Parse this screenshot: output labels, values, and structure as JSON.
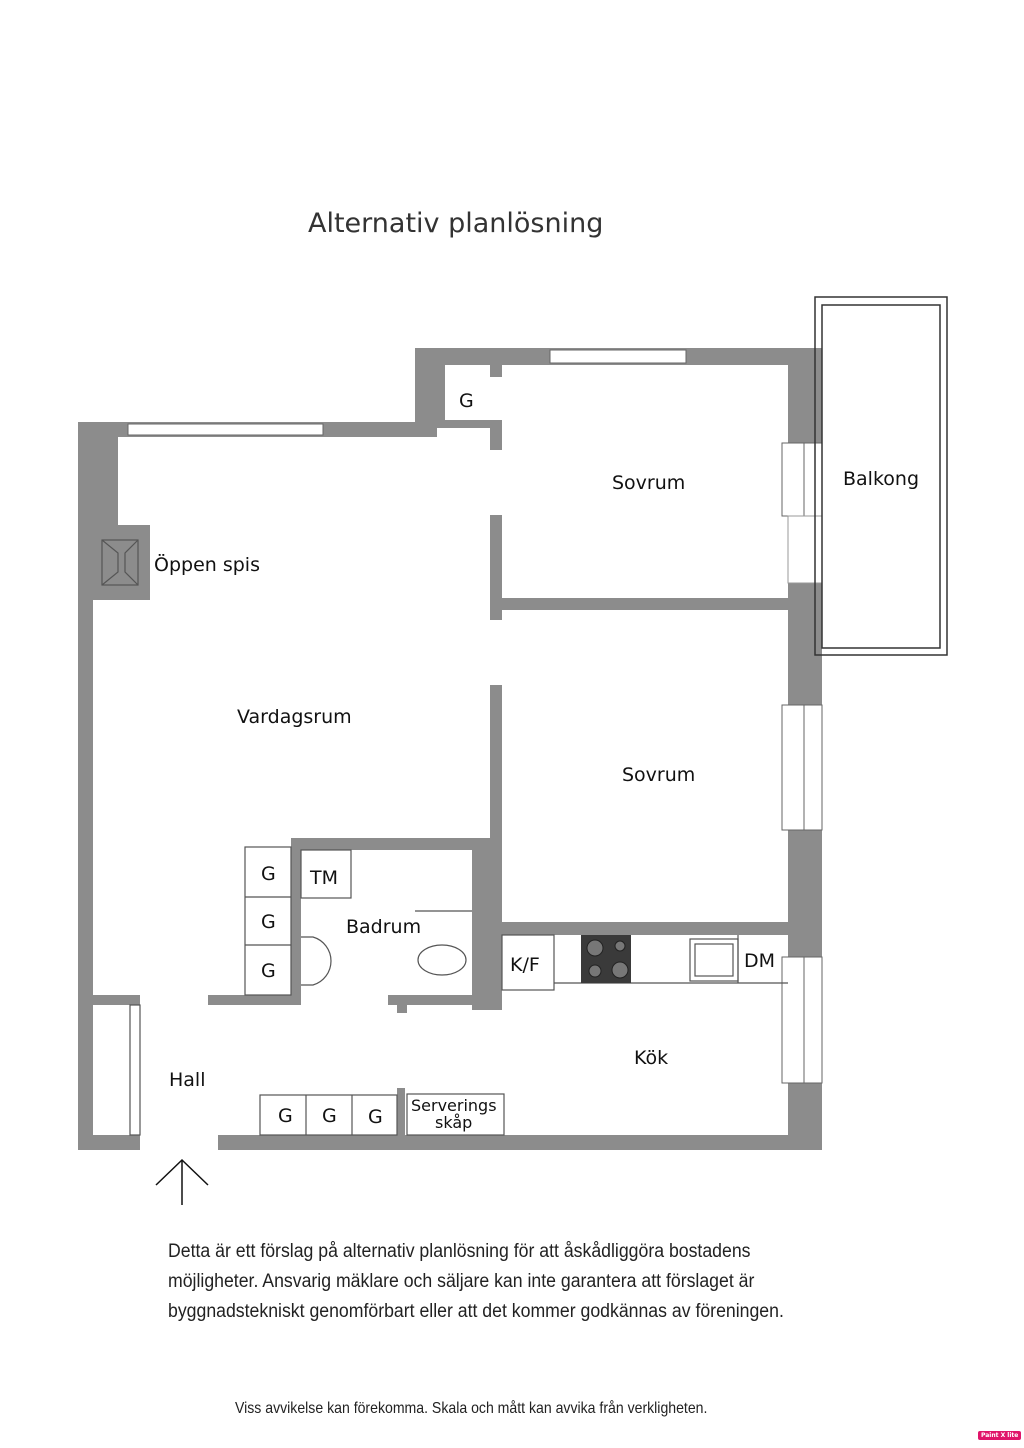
{
  "title": "Alternativ planlösning",
  "rooms": {
    "closet_top": "G",
    "sovrum1": "Sovrum",
    "balkong": "Balkong",
    "oppen_spis": "Öppen spis",
    "vardagsrum": "Vardagsrum",
    "sovrum2": "Sovrum",
    "tm": "TM",
    "badrum": "Badrum",
    "g1": "G",
    "g2": "G",
    "g3": "G",
    "kf": "K/F",
    "dm": "DM",
    "kok": "Kök",
    "hall": "Hall",
    "g4": "G",
    "g5": "G",
    "g6": "G",
    "serverings1": "Serverings",
    "serverings2": "skåp"
  },
  "disclaimer": [
    "Detta är ett förslag på alternativ planlösning för att åskådliggöra bostadens",
    "möjligheter. Ansvarig mäklare och säljare kan inte garantera att förslaget är",
    "byggnadstekniskt genomförbart eller att det kommer godkännas av föreningen."
  ],
  "footer": "Viss avvikelse kan förekomma. Skala och mått kan avvika från verkligheten.",
  "badge": "Paint X lite",
  "colors": {
    "wall": "#8c8c8c",
    "stove": "#3a3a3a"
  }
}
